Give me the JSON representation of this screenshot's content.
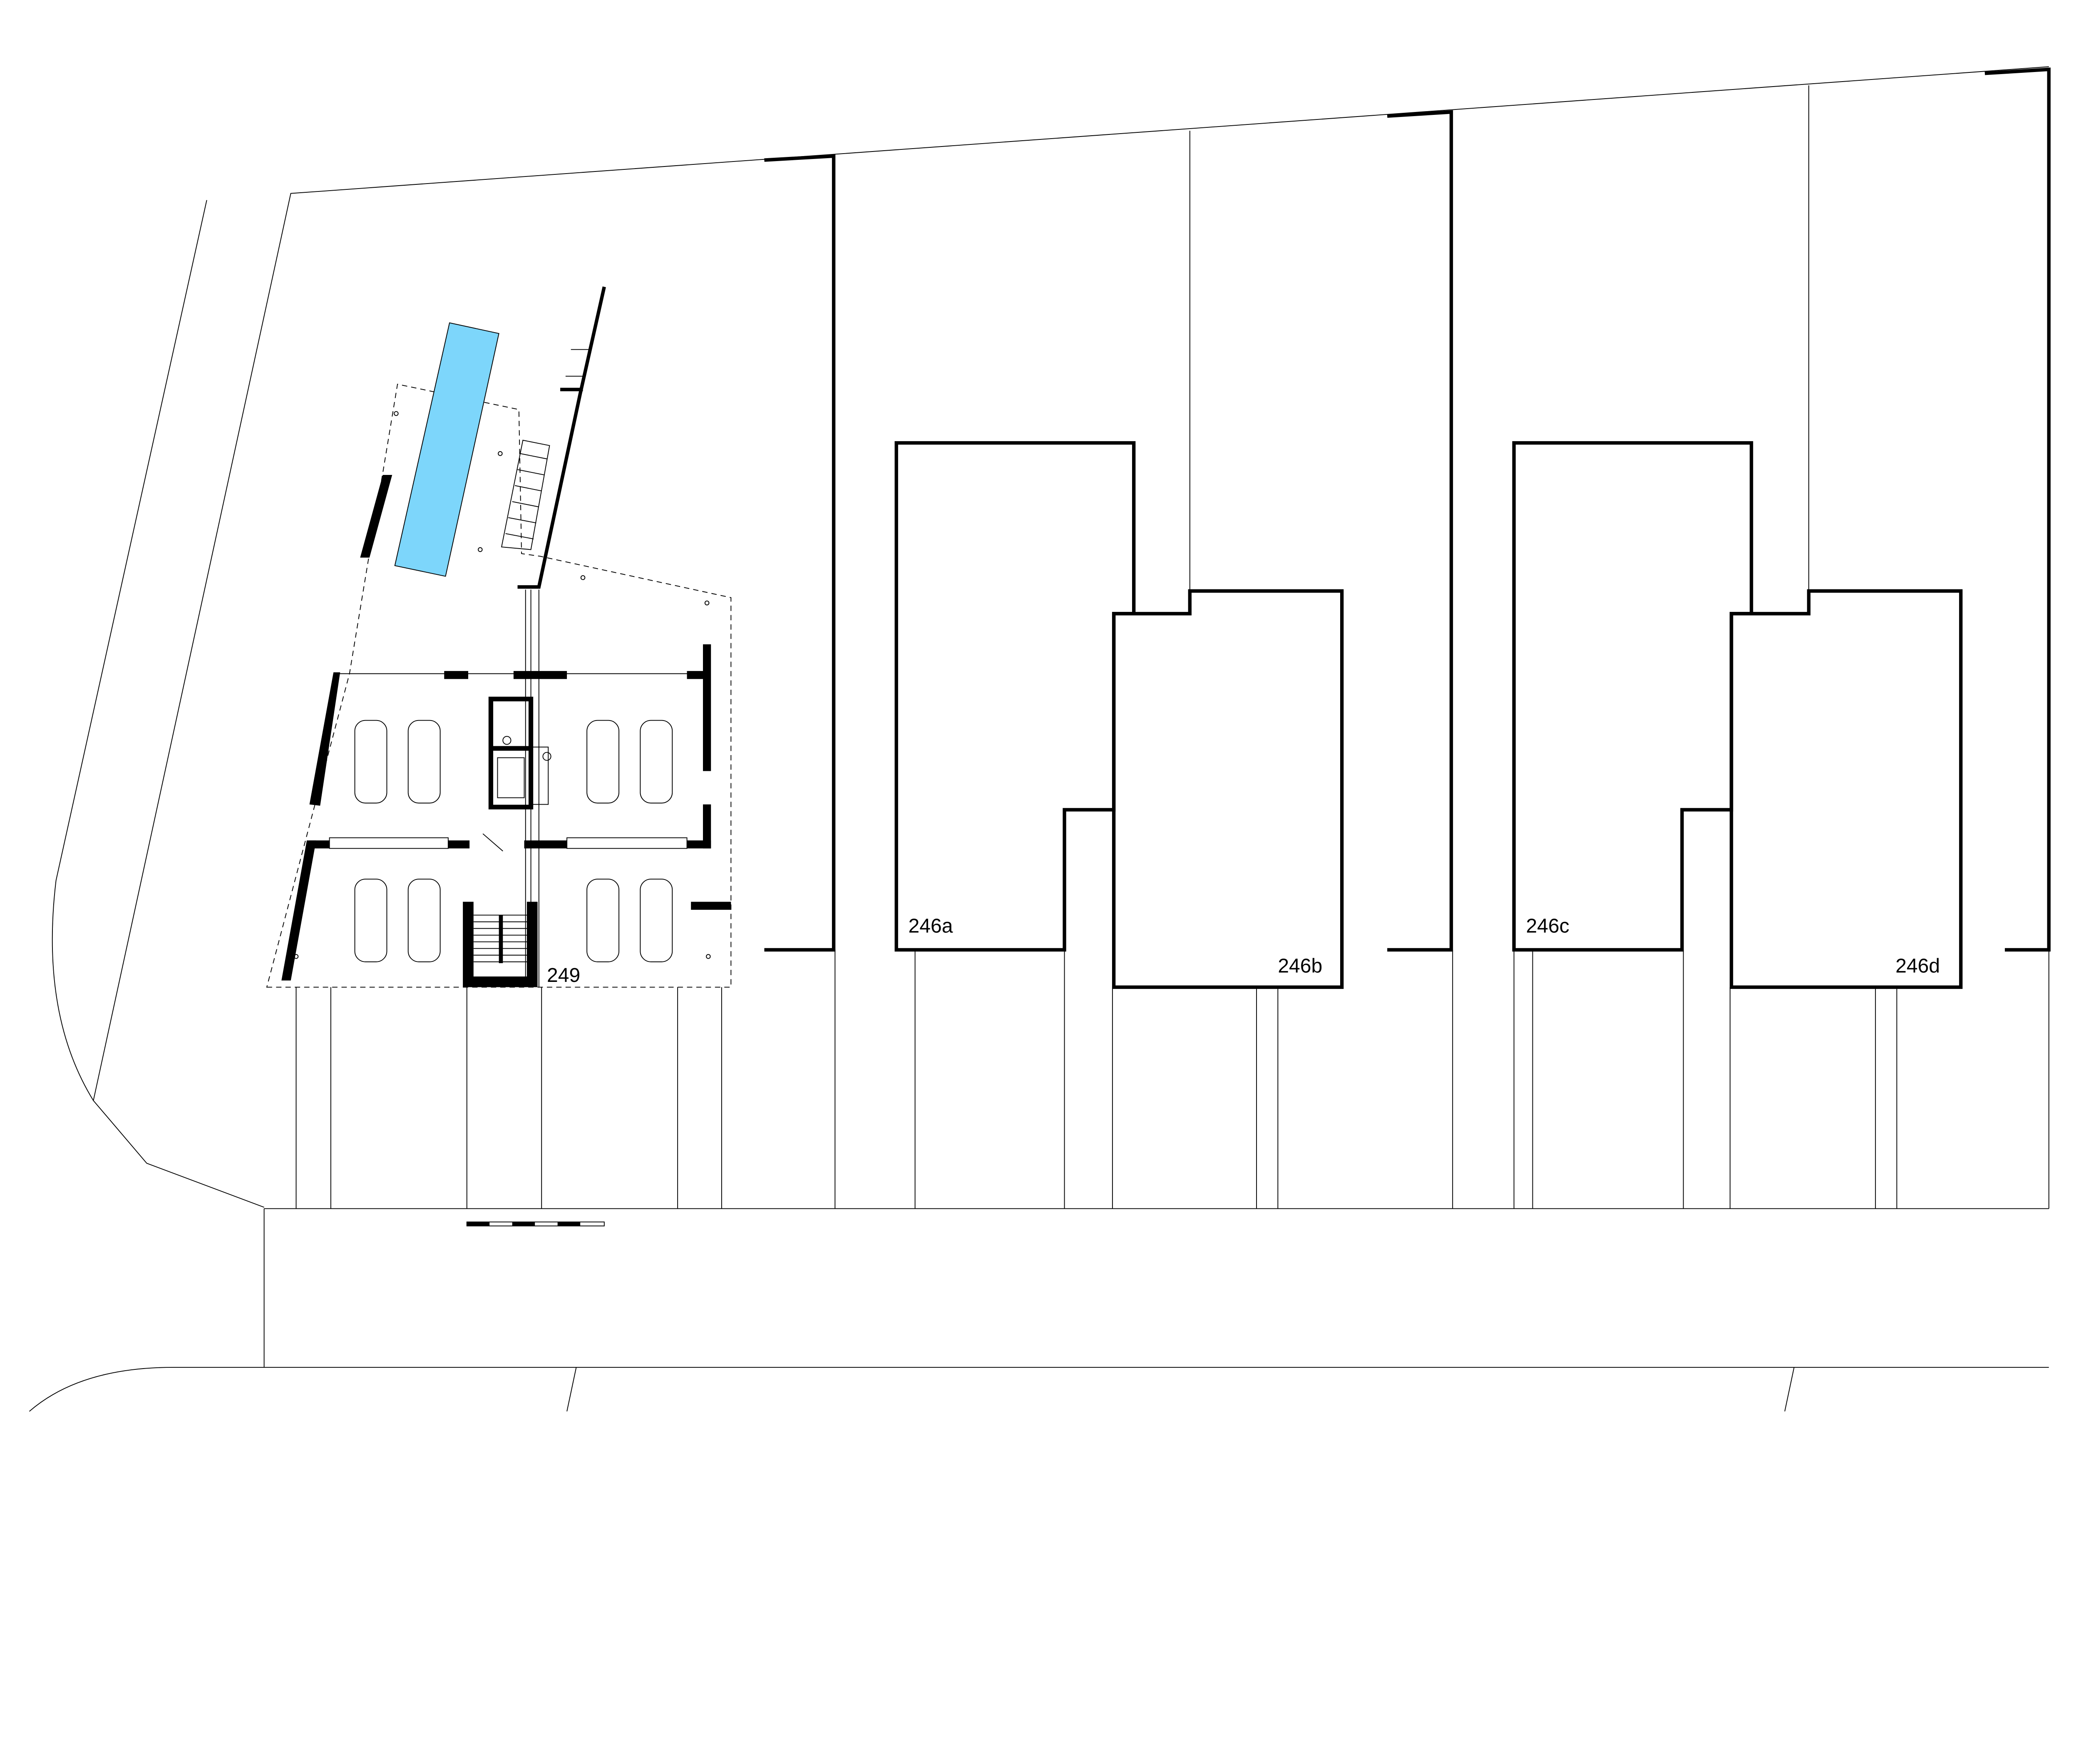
{
  "plan": {
    "building_label": "249",
    "houses": [
      {
        "id": "246a",
        "label": "246a"
      },
      {
        "id": "246b",
        "label": "246b"
      },
      {
        "id": "246c",
        "label": "246c"
      },
      {
        "id": "246d",
        "label": "246d"
      }
    ],
    "colors": {
      "pool": "#7dd6fb",
      "line": "#000000"
    }
  }
}
